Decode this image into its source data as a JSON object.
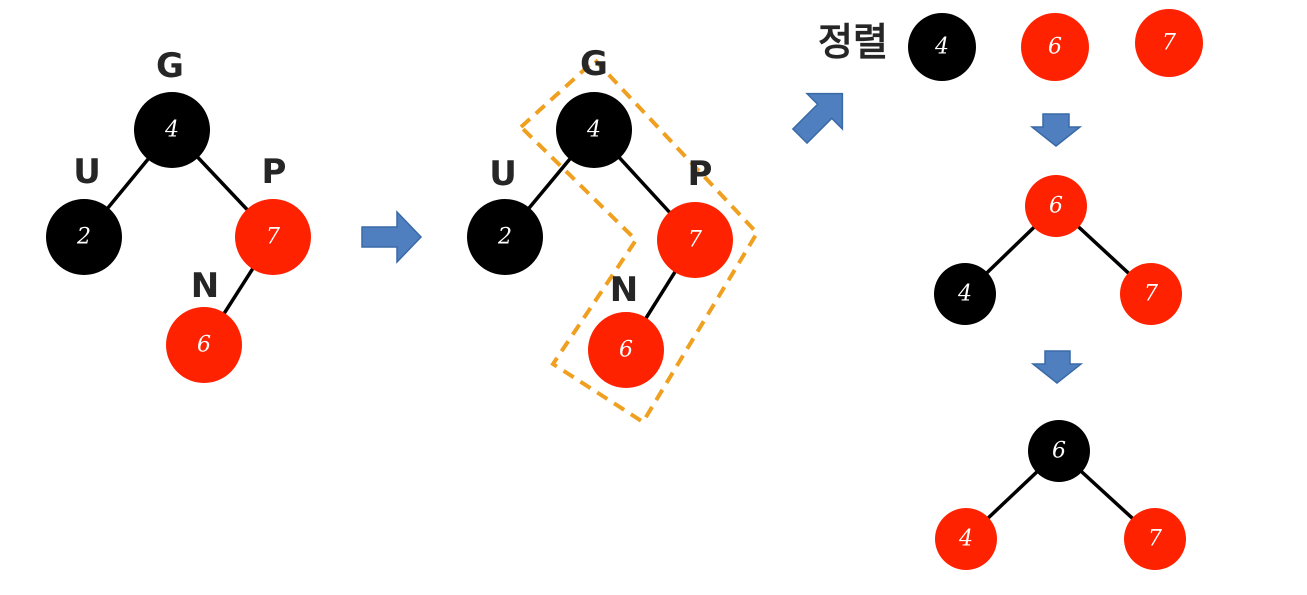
{
  "colors": {
    "black_node": "#000000",
    "red_node": "#ff2200",
    "highlight": "#f0a020",
    "arrow": "#4f7fbf"
  },
  "labels": {
    "grandparent": "G",
    "uncle": "U",
    "parent": "P",
    "new_node": "N",
    "sort_label": "정렬"
  },
  "tree_before": {
    "grandparent": {
      "value": "4",
      "color": "black"
    },
    "uncle": {
      "value": "2",
      "color": "black"
    },
    "parent": {
      "value": "7",
      "color": "red"
    },
    "new_node": {
      "value": "6",
      "color": "red"
    }
  },
  "tree_highlighted": {
    "grandparent": {
      "value": "4",
      "color": "black"
    },
    "uncle": {
      "value": "2",
      "color": "black"
    },
    "parent": {
      "value": "7",
      "color": "red"
    },
    "new_node": {
      "value": "6",
      "color": "red"
    }
  },
  "sorted_row": [
    {
      "value": "4",
      "color": "black"
    },
    {
      "value": "6",
      "color": "red"
    },
    {
      "value": "7",
      "color": "red"
    }
  ],
  "tree_restructured": {
    "root": {
      "value": "6",
      "color": "red"
    },
    "left": {
      "value": "4",
      "color": "black"
    },
    "right": {
      "value": "7",
      "color": "red"
    }
  },
  "tree_recolored": {
    "root": {
      "value": "6",
      "color": "black"
    },
    "left": {
      "value": "4",
      "color": "red"
    },
    "right": {
      "value": "7",
      "color": "red"
    }
  }
}
